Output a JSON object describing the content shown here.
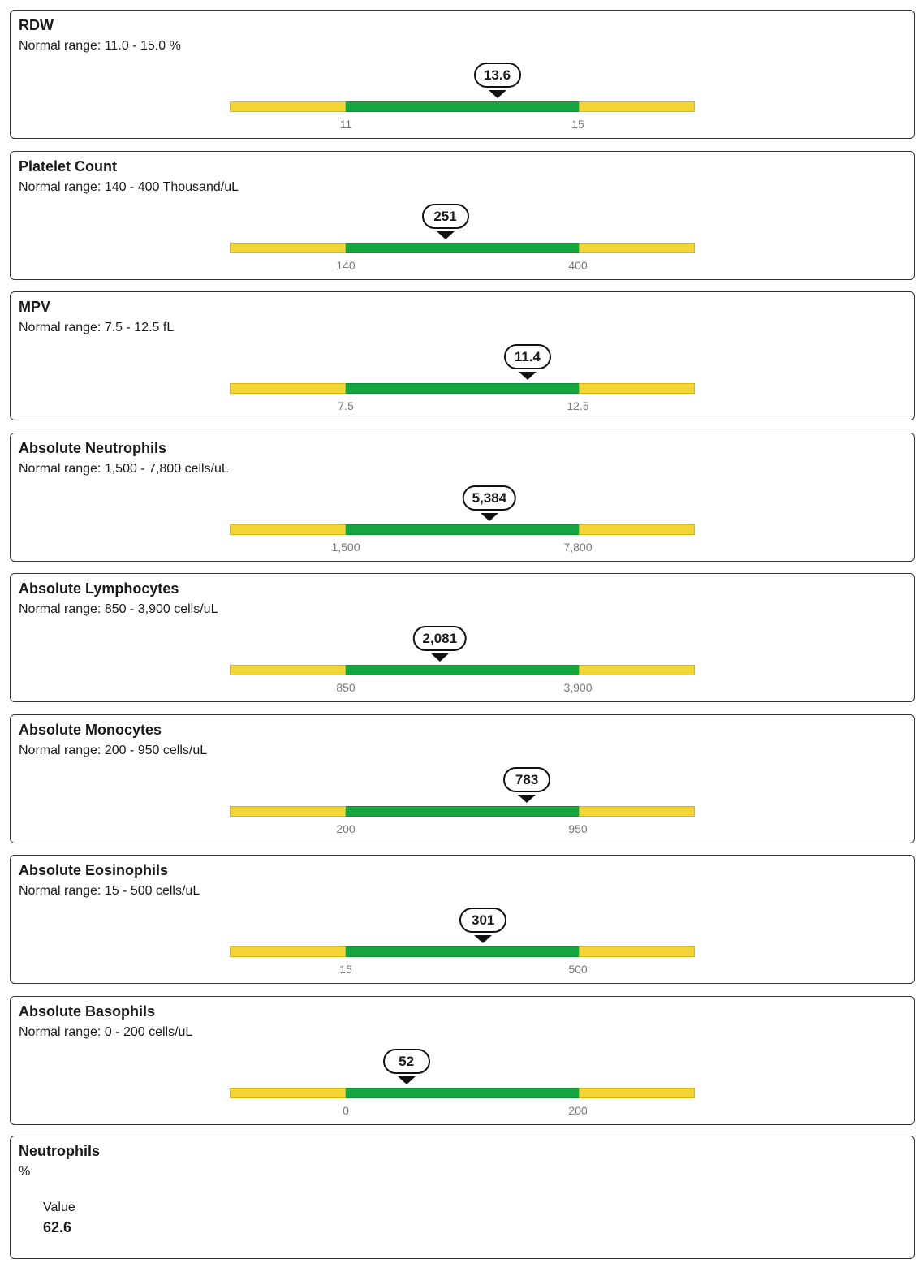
{
  "colors": {
    "out_of_range": "#f3d536",
    "in_range": "#16a640",
    "border": "#333333",
    "tick_text": "#777777"
  },
  "tests": [
    {
      "title": "RDW",
      "range_text": "Normal range: 11.0 - 15.0 %",
      "value_label": "13.6",
      "value": 13.6,
      "low": 11,
      "high": 15,
      "low_label": "11",
      "high_label": "15"
    },
    {
      "title": "Platelet Count",
      "range_text": "Normal range: 140 - 400 Thousand/uL",
      "value_label": "251",
      "value": 251,
      "low": 140,
      "high": 400,
      "low_label": "140",
      "high_label": "400"
    },
    {
      "title": "MPV",
      "range_text": "Normal range: 7.5 - 12.5 fL",
      "value_label": "11.4",
      "value": 11.4,
      "low": 7.5,
      "high": 12.5,
      "low_label": "7.5",
      "high_label": "12.5"
    },
    {
      "title": "Absolute Neutrophils",
      "range_text": "Normal range: 1,500 - 7,800 cells/uL",
      "value_label": "5,384",
      "value": 5384,
      "low": 1500,
      "high": 7800,
      "low_label": "1,500",
      "high_label": "7,800"
    },
    {
      "title": "Absolute Lymphocytes",
      "range_text": "Normal range: 850 - 3,900 cells/uL",
      "value_label": "2,081",
      "value": 2081,
      "low": 850,
      "high": 3900,
      "low_label": "850",
      "high_label": "3,900"
    },
    {
      "title": "Absolute Monocytes",
      "range_text": "Normal range: 200 - 950 cells/uL",
      "value_label": "783",
      "value": 783,
      "low": 200,
      "high": 950,
      "low_label": "200",
      "high_label": "950"
    },
    {
      "title": "Absolute Eosinophils",
      "range_text": "Normal range: 15 - 500 cells/uL",
      "value_label": "301",
      "value": 301,
      "low": 15,
      "high": 500,
      "low_label": "15",
      "high_label": "500"
    },
    {
      "title": "Absolute Basophils",
      "range_text": "Normal range: 0 - 200 cells/uL",
      "value_label": "52",
      "value": 52,
      "low": 0,
      "high": 200,
      "low_label": "0",
      "high_label": "200"
    }
  ],
  "neutrophils": {
    "title": "Neutrophils",
    "unit": "%",
    "value_caption": "Value",
    "value": "62.6"
  }
}
